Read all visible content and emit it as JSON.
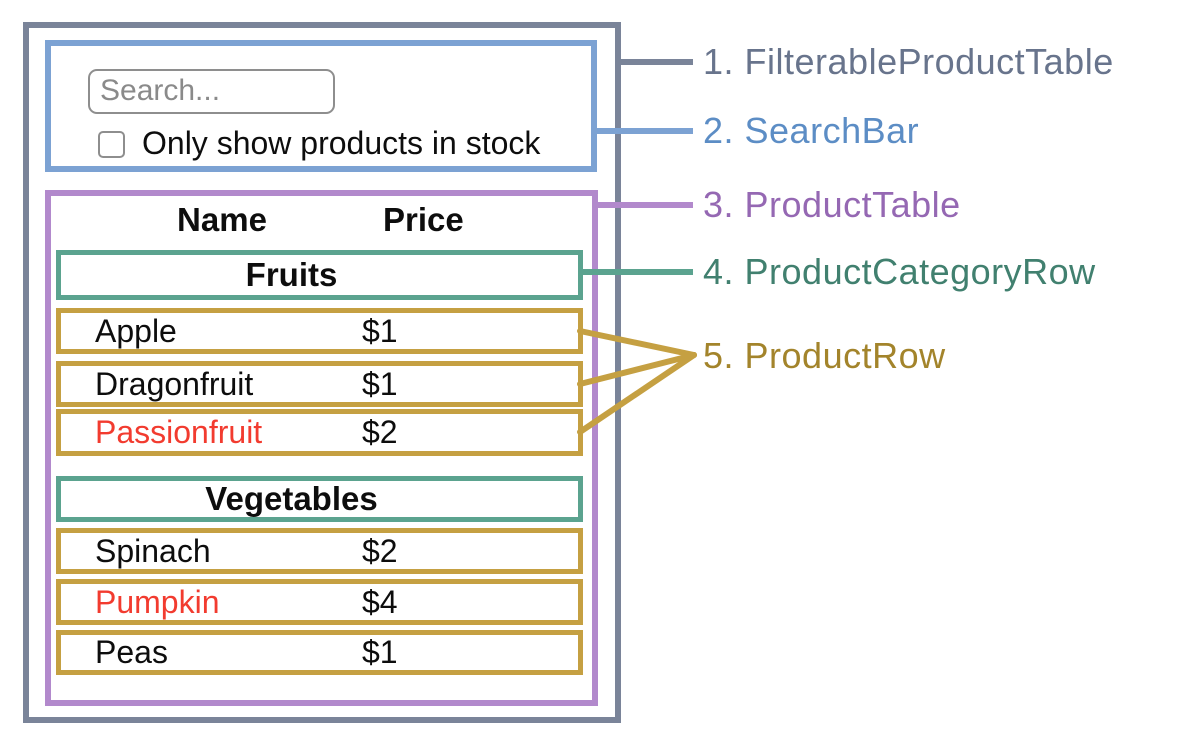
{
  "search_bar": {
    "placeholder": "Search...",
    "checkbox_label": "Only show products in stock"
  },
  "product_table": {
    "columns": [
      "Name",
      "Price"
    ],
    "sections": [
      {
        "category": "Fruits",
        "rows": [
          {
            "name": "Apple",
            "price": "$1",
            "out_of_stock": false
          },
          {
            "name": "Dragonfruit",
            "price": "$1",
            "out_of_stock": false
          },
          {
            "name": "Passionfruit",
            "price": "$2",
            "out_of_stock": true
          }
        ]
      },
      {
        "category": "Vegetables",
        "rows": [
          {
            "name": "Spinach",
            "price": "$2",
            "out_of_stock": false
          },
          {
            "name": "Pumpkin",
            "price": "$4",
            "out_of_stock": true
          },
          {
            "name": "Peas",
            "price": "$1",
            "out_of_stock": false
          }
        ]
      }
    ]
  },
  "legend": [
    {
      "text": "1. FilterableProductTable",
      "color": "#68748C"
    },
    {
      "text": "2. SearchBar",
      "color": "#5C8DC5"
    },
    {
      "text": "3. ProductTable",
      "color": "#9568B3"
    },
    {
      "text": "4. ProductCategoryRow",
      "color": "#41806F"
    },
    {
      "text": "5. ProductRow",
      "color": "#A3842B"
    }
  ],
  "colors": {
    "outer_border": "#7A8499",
    "searchbar_border": "#7CA2D3",
    "product_table_border": "#B289CC",
    "category_row_border": "#5BA38F",
    "product_row_border": "#C5A042",
    "out_of_stock_text": "#F23B2F"
  }
}
